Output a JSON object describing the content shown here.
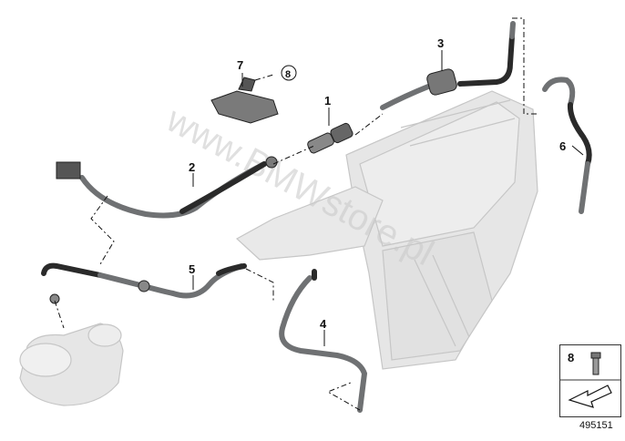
{
  "callouts": [
    "1",
    "2",
    "3",
    "4",
    "5",
    "6",
    "7",
    "8"
  ],
  "circled_ref": "8",
  "legend": {
    "part_number": "8"
  },
  "diagram_id": "495151",
  "watermark": "www.BMWstore.pl",
  "colors": {
    "hose": "#6f7173",
    "hose_dark": "#2a2a2a",
    "housing": "#e4e4e4",
    "line": "#111111"
  }
}
